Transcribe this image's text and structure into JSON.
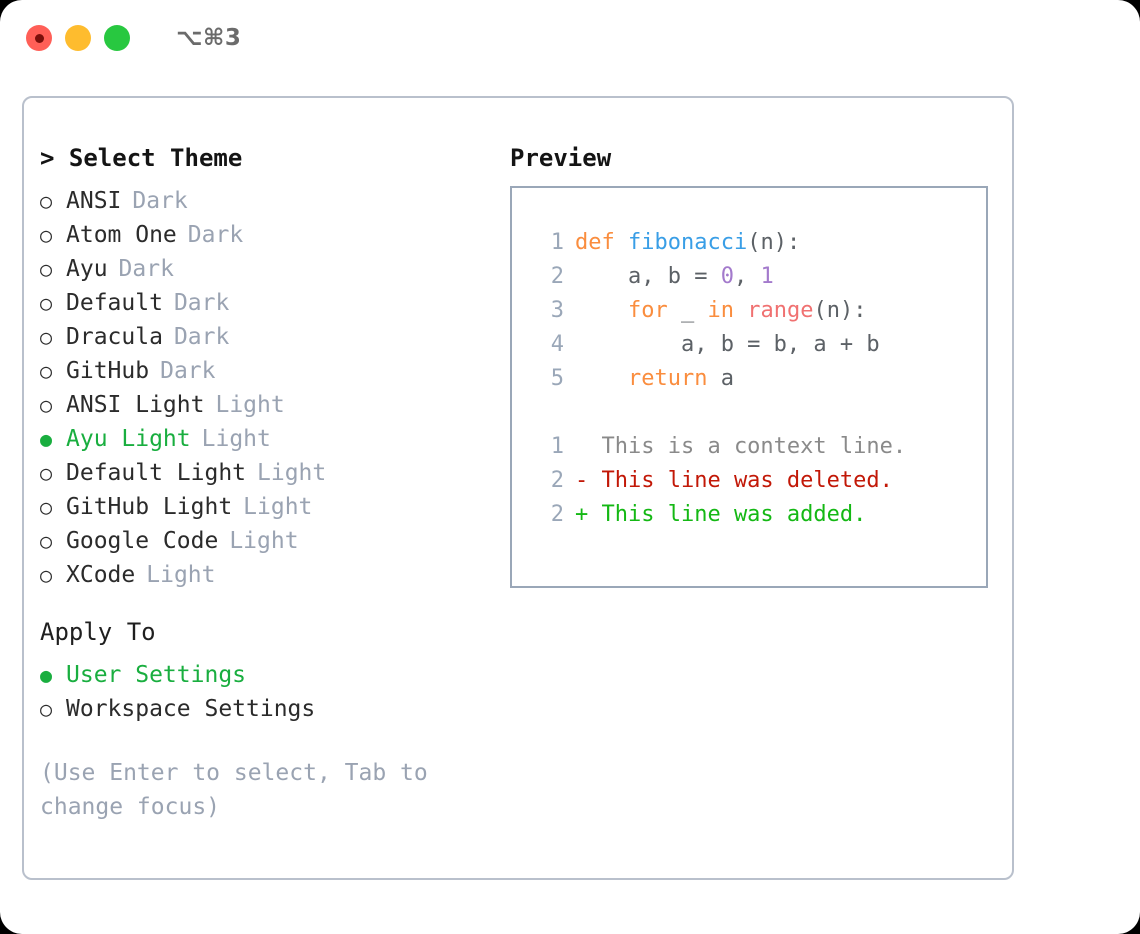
{
  "titlebar": {
    "shortcut": "⌥⌘3",
    "lights": [
      {
        "name": "close",
        "color": "#ff5f57"
      },
      {
        "name": "minimize",
        "color": "#febc2e"
      },
      {
        "name": "zoom",
        "color": "#28c840"
      }
    ]
  },
  "theme_panel": {
    "heading": "> Select Theme",
    "options": [
      {
        "bullet": "○",
        "label": "ANSI",
        "tag": "Dark",
        "selected": false
      },
      {
        "bullet": "○",
        "label": "Atom One",
        "tag": "Dark",
        "selected": false
      },
      {
        "bullet": "○",
        "label": "Ayu",
        "tag": "Dark",
        "selected": false
      },
      {
        "bullet": "○",
        "label": "Default",
        "tag": "Dark",
        "selected": false
      },
      {
        "bullet": "○",
        "label": "Dracula",
        "tag": "Dark",
        "selected": false
      },
      {
        "bullet": "○",
        "label": "GitHub",
        "tag": "Dark",
        "selected": false
      },
      {
        "bullet": "○",
        "label": "ANSI Light",
        "tag": "Light",
        "selected": false
      },
      {
        "bullet": "●",
        "label": "Ayu Light",
        "tag": "Light",
        "selected": true
      },
      {
        "bullet": "○",
        "label": "Default Light",
        "tag": "Light",
        "selected": false
      },
      {
        "bullet": "○",
        "label": "GitHub Light",
        "tag": "Light",
        "selected": false
      },
      {
        "bullet": "○",
        "label": "Google Code",
        "tag": "Light",
        "selected": false
      },
      {
        "bullet": "○",
        "label": "XCode",
        "tag": "Light",
        "selected": false
      }
    ]
  },
  "apply_to": {
    "heading": "Apply To",
    "options": [
      {
        "bullet": "●",
        "label": "User Settings",
        "selected": true
      },
      {
        "bullet": "○",
        "label": "Workspace Settings",
        "selected": false
      }
    ]
  },
  "hint": "(Use Enter to select, Tab to change focus)",
  "preview": {
    "heading": "Preview",
    "code_lines": [
      {
        "lineno": "1",
        "tokens": [
          {
            "text": "def ",
            "type": "kw"
          },
          {
            "text": "fibonacci",
            "type": "fn"
          },
          {
            "text": "(n):",
            "type": "plain"
          }
        ]
      },
      {
        "lineno": "2",
        "tokens": [
          {
            "text": "    a, b = ",
            "type": "plain"
          },
          {
            "text": "0",
            "type": "num"
          },
          {
            "text": ", ",
            "type": "plain"
          },
          {
            "text": "1",
            "type": "num"
          }
        ]
      },
      {
        "lineno": "3",
        "tokens": [
          {
            "text": "    ",
            "type": "plain"
          },
          {
            "text": "for",
            "type": "kw"
          },
          {
            "text": " _ ",
            "type": "plain"
          },
          {
            "text": "in",
            "type": "kw"
          },
          {
            "text": " ",
            "type": "plain"
          },
          {
            "text": "range",
            "type": "call"
          },
          {
            "text": "(n):",
            "type": "plain"
          }
        ]
      },
      {
        "lineno": "4",
        "tokens": [
          {
            "text": "        a, b = b, a + b",
            "type": "plain"
          }
        ]
      },
      {
        "lineno": "5",
        "tokens": [
          {
            "text": "    ",
            "type": "plain"
          },
          {
            "text": "return",
            "type": "kw"
          },
          {
            "text": " a",
            "type": "plain"
          }
        ]
      }
    ],
    "diff_lines": [
      {
        "lineno": "1",
        "marker": "  ",
        "text": "This is a context line.",
        "type": "ctx"
      },
      {
        "lineno": "2",
        "marker": "- ",
        "text": "This line was deleted.",
        "type": "del"
      },
      {
        "lineno": "2",
        "marker": "+ ",
        "text": "This line was added.",
        "type": "add"
      }
    ]
  },
  "colors": {
    "accent_green": "#19ae3f",
    "tag_gray": "#9aa3b2",
    "keyword": "#fa8d3e",
    "function": "#399ee6",
    "number": "#a37acc",
    "call": "#f07171",
    "diff_added": "#14b814",
    "diff_deleted": "#c21807",
    "border": "#9aa7b8"
  }
}
